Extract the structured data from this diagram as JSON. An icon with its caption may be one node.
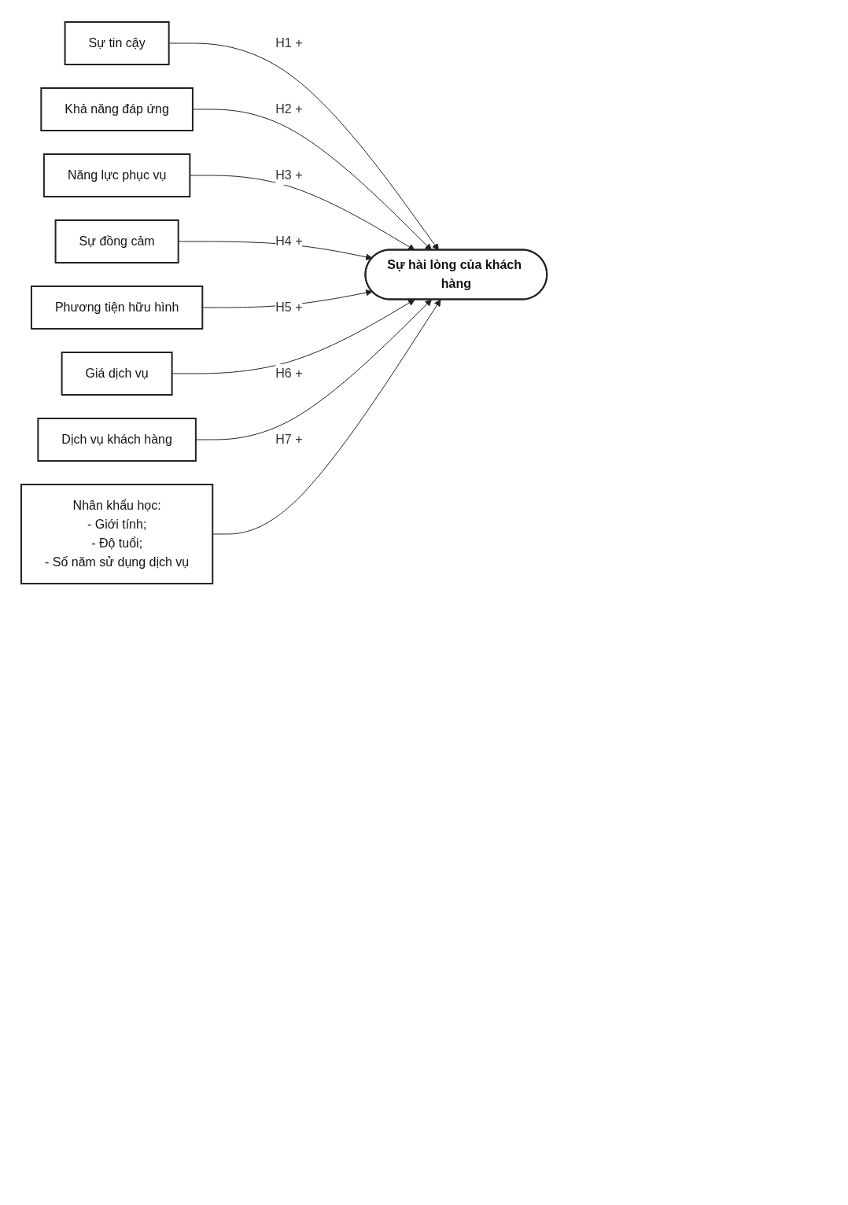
{
  "diagram": {
    "nodes": [
      {
        "text": [
          "Sự tin cậy"
        ]
      },
      {
        "text": [
          "Khả năng đáp ứng"
        ]
      },
      {
        "text": [
          "Năng lực phục vụ"
        ]
      },
      {
        "text": [
          "Sự đồng cảm"
        ]
      },
      {
        "text": [
          "Phương tiện hữu hình"
        ]
      },
      {
        "text": [
          "Giá dịch vụ"
        ]
      },
      {
        "text": [
          "Dịch vụ khách hàng"
        ]
      },
      {
        "text": [
          "Nhân khẩu học:",
          "- Giới tính;",
          "- Độ tuổi;",
          "- Số năm sử dụng dịch vụ"
        ]
      },
      {
        "text": [
          "Sự hài lòng của khách hàng"
        ]
      }
    ],
    "edges": [
      {
        "from": 0,
        "to": 8,
        "arrow": "to",
        "label": "H1 +"
      },
      {
        "from": 1,
        "to": 8,
        "arrow": "to",
        "label": "H2 +"
      },
      {
        "from": 2,
        "to": 8,
        "arrow": "to",
        "label": "H3 +"
      },
      {
        "from": 3,
        "to": 8,
        "arrow": "to",
        "label": "H4 +"
      },
      {
        "from": 4,
        "to": 8,
        "arrow": "to",
        "label": "H5 +"
      },
      {
        "from": 5,
        "to": 8,
        "arrow": "to",
        "label": "H6 +"
      },
      {
        "from": 6,
        "to": 8,
        "arrow": "to",
        "label": "H7 +"
      },
      {
        "from": 7,
        "to": 8,
        "arrow": "to"
      }
    ]
  }
}
